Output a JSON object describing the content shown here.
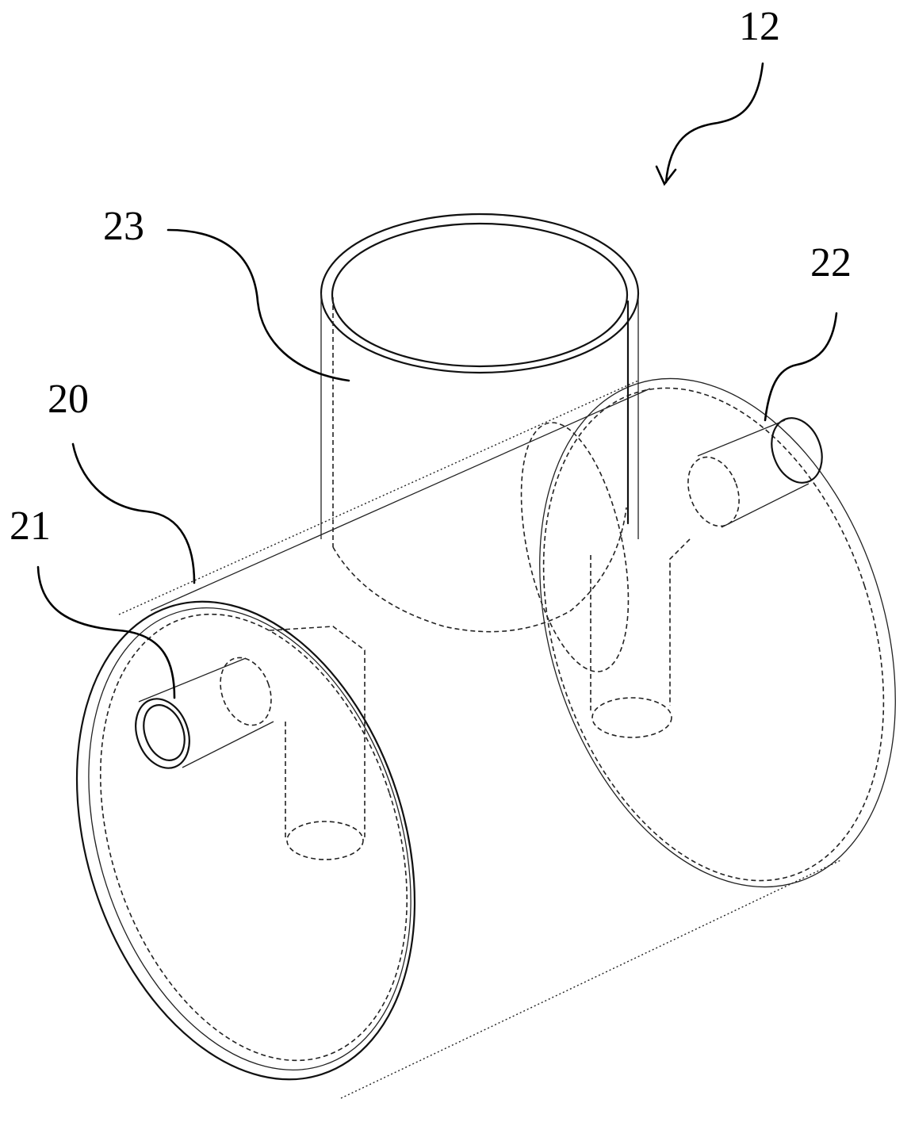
{
  "labels": {
    "assembly": "12",
    "body": "20",
    "inlet": "21",
    "outlet": "22",
    "neck": "23"
  }
}
